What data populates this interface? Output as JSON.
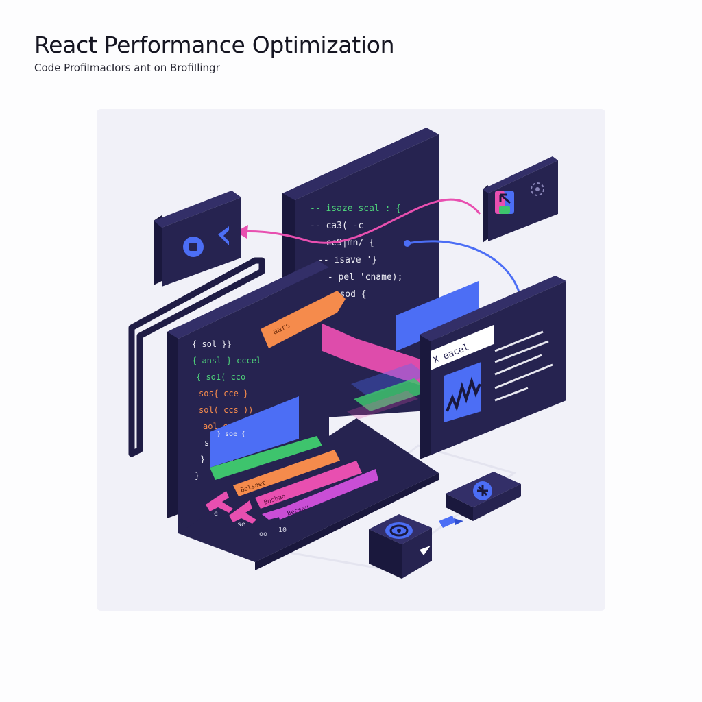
{
  "header": {
    "title": "React Performance Optimization",
    "subtitle": "Code ProfiImacIors ant on BrofiIlingr"
  },
  "colors": {
    "background": "#fdfdfe",
    "panel": "#f1f1f8",
    "screen_dark": "#262350",
    "screen_side": "#1a183d",
    "accent_blue": "#4c6ef5",
    "accent_green": "#3ec46d",
    "accent_orange": "#f58b4c",
    "accent_pink": "#e84fb0",
    "accent_magenta": "#c94ed6"
  },
  "illustration": {
    "back_monitor_code": [
      "-- isaze scal : {",
      "-- ca3( -c",
      "-- cc9|mn/ {",
      "-- isave '}",
      "-- pel 'cname);",
      "-- sod {"
    ],
    "front_monitor_code": [
      "{ sol }}",
      "{ ansl } cccel",
      "{ so1( cco",
      "sos{ cce }",
      "sol( ccs ))",
      "aol caa/cec",
      "sos{ }",
      "} soe {",
      "}"
    ],
    "orange_tag_label": "aars",
    "flame_bar_labels": [
      "Bolsaet",
      "Bosbao",
      "Becsau"
    ],
    "footer_glyphs": [
      "e",
      "se",
      "oo",
      "10"
    ],
    "profiler_search_text": "X eacel",
    "icons": [
      "play-icon",
      "back-arrow-icon",
      "settings-app-icon",
      "gear-icon",
      "chart-icon",
      "target-icon",
      "bookmark-icon",
      "cursor-icon"
    ]
  }
}
